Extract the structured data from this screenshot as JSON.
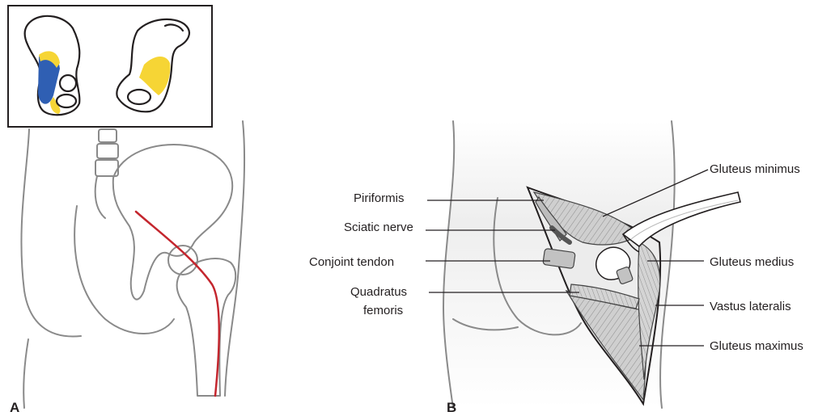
{
  "panels": {
    "a_label": "A",
    "b_label": "B"
  },
  "labels": {
    "piriformis": "Piriformis",
    "sciatic_nerve": "Sciatic nerve",
    "conjoint_tendon": "Conjoint tendon",
    "quadratus_line1": "Quadratus",
    "quadratus_line2": "femoris",
    "gluteus_minimus": "Gluteus minimus",
    "gluteus_medius": "Gluteus medius",
    "vastus_lateralis": "Vastus lateralis",
    "gluteus_maximus": "Gluteus maximus"
  },
  "colors": {
    "origin_blue": "#2f5fb3",
    "insertion_yellow": "#f6d535",
    "incision_red": "#c4262e",
    "muscle_fill": "#d6d6d6"
  }
}
